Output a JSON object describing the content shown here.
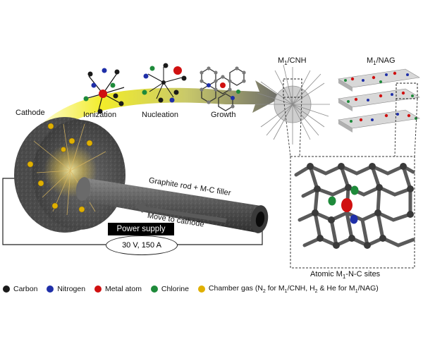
{
  "stages": {
    "cathode": "Cathode",
    "ionization": "Ionization",
    "nucleation": "Nucleation",
    "growth": "Growth"
  },
  "products": {
    "cnh_prefix": "M",
    "cnh_sub": "1",
    "cnh_suffix": "/CNH",
    "nag_prefix": "M",
    "nag_sub": "1",
    "nag_suffix": "/NAG"
  },
  "labels": {
    "graphite_rod": "Graphite rod + M-C filler",
    "move_to_cathode": "Move to cathode",
    "atomic_prefix": "Atomic M",
    "atomic_sub": "1",
    "atomic_suffix": "-N-C sites"
  },
  "power": {
    "title": "Power supply",
    "value": "30 V, 150 A"
  },
  "legend": [
    {
      "label": "Carbon",
      "color": "#1a1a1a"
    },
    {
      "label": "Nitrogen",
      "color": "#1f2fa8"
    },
    {
      "label": "Metal atom",
      "color": "#d01010"
    },
    {
      "label": "Chlorine",
      "color": "#1e8a3a"
    },
    {
      "label": "Chamber gas (N",
      "sub1": "2",
      "mid1": " for M",
      "sub2": "1",
      "mid2": "/CNH, H",
      "sub3": "2",
      "tail": " & He for M",
      "sub4": "1",
      "end": "/NAG)",
      "color": "#e0b000"
    }
  ],
  "colors": {
    "carbon": "#1a1a1a",
    "nitrogen": "#1f2fa8",
    "metal": "#d01010",
    "chlorine": "#1e8a3a",
    "gas": "#e0b000",
    "arrow_start": "#f4ee30",
    "arrow_end": "#707070"
  }
}
